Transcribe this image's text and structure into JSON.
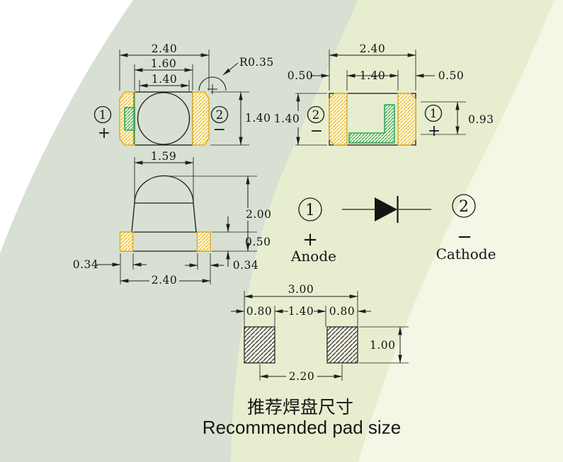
{
  "background": {
    "base_color": "#e7eecf",
    "left_swoosh_color": "#d7e0d2",
    "corner_color": "#ffffff",
    "right_swoosh_color": "#f2f7e6"
  },
  "colors": {
    "line": "#1f1f1f",
    "pad_yellow": "#e8b830",
    "mark_green": "#2fa653",
    "pad_fill": "#fcf8e6",
    "body_fill": "#fdfbee"
  },
  "top_view": {
    "dim_width": "2.40",
    "dim_inner": "1.60",
    "dim_lens": "1.40",
    "dim_height": "1.40",
    "dim_radius": "R0.35",
    "pin1_num": "1",
    "pin1_sign": "+",
    "pin2_num": "2",
    "pin2_sign": "−"
  },
  "bottom_view": {
    "dim_width": "2.40",
    "dim_pad_left": "0.50",
    "dim_center": "1.40",
    "dim_pad_right": "0.50",
    "dim_height": "1.40",
    "dim_inner_height": "0.93",
    "pin1_num": "1",
    "pin1_sign": "+",
    "pin2_num": "2",
    "pin2_sign": "−"
  },
  "side_view": {
    "dim_lens_width": "1.59",
    "dim_height": "2.00",
    "dim_base_height": "0.50",
    "dim_pad_left": "0.34",
    "dim_pad_right": "0.34",
    "dim_width": "2.40"
  },
  "polarity": {
    "pin1_num": "1",
    "pin1_sign": "+",
    "pin1_label": "Anode",
    "pin2_num": "2",
    "pin2_sign": "−",
    "pin2_label": "Cathode"
  },
  "pad_layout": {
    "dim_total_width": "3.00",
    "dim_pad_left": "0.80",
    "dim_gap": "1.40",
    "dim_pad_right": "0.80",
    "dim_pad_height": "1.00",
    "dim_pitch": "2.20"
  },
  "caption": {
    "zh": "推荐焊盘尺寸",
    "en": "Recommended pad size"
  }
}
